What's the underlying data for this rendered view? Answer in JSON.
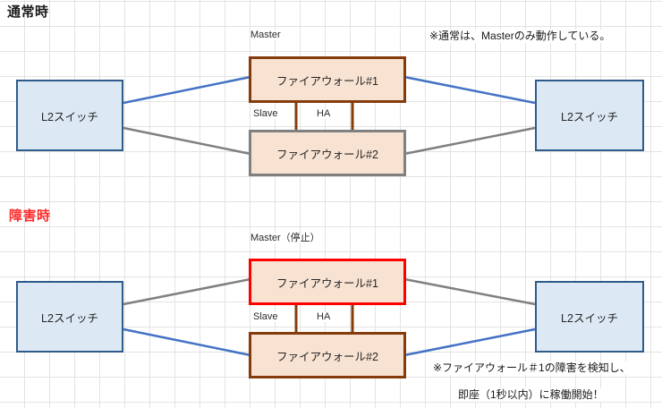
{
  "diagram": {
    "background": "grid",
    "colors": {
      "switch_fill": "#dce9f5",
      "switch_border": "#2e5b8a",
      "firewall_fill": "#f8e2d2",
      "master_border": "#843c0c",
      "slave_border": "#808080",
      "failed_border": "#ff0000",
      "active_link": "#4472c4",
      "standby_link": "#808080",
      "ha_link": "#843c0c",
      "failure_title": "#ff2a2a",
      "normal_title": "#1a1a1a",
      "grid_line": "#e3e3e3"
    },
    "sections": [
      {
        "id": "normal",
        "title": "通常時",
        "title_color": "#1a1a1a",
        "role_label": "Master",
        "slave_label": "Slave",
        "ha_label": "HA",
        "note": "※通常は、Masterのみ動作している。",
        "nodes": {
          "switch_left": "L2スイッチ",
          "switch_right": "L2スイッチ",
          "firewall_top": "ファイアウォール#1",
          "firewall_bottom": "ファイアウォール#2"
        },
        "links": [
          {
            "from": "switch_left",
            "to": "firewall_top",
            "state": "active",
            "color": "#4472c4"
          },
          {
            "from": "switch_left",
            "to": "firewall_bottom",
            "state": "standby",
            "color": "#808080"
          },
          {
            "from": "firewall_top",
            "to": "switch_right",
            "state": "active",
            "color": "#4472c4"
          },
          {
            "from": "firewall_bottom",
            "to": "switch_right",
            "state": "standby",
            "color": "#808080"
          },
          {
            "from": "firewall_top",
            "to": "firewall_bottom",
            "state": "ha",
            "color": "#843c0c"
          }
        ]
      },
      {
        "id": "failure",
        "title": "障害時",
        "title_color": "#ff2a2a",
        "role_label": "Master（停止）",
        "slave_label": "Slave",
        "ha_label": "HA",
        "note_line1": "※ファイアウォール＃1の障害を検知し、",
        "note_line2": "即座（1秒以内）に稼働開始！",
        "nodes": {
          "switch_left": "L2スイッチ",
          "switch_right": "L2スイッチ",
          "firewall_top": "ファイアウォール#1",
          "firewall_bottom": "ファイアウォール#2"
        },
        "links": [
          {
            "from": "switch_left",
            "to": "firewall_top",
            "state": "down",
            "color": "#808080"
          },
          {
            "from": "switch_left",
            "to": "firewall_bottom",
            "state": "active",
            "color": "#4472c4"
          },
          {
            "from": "firewall_top",
            "to": "switch_right",
            "state": "down",
            "color": "#808080"
          },
          {
            "from": "firewall_bottom",
            "to": "switch_right",
            "state": "active",
            "color": "#4472c4"
          },
          {
            "from": "firewall_top",
            "to": "firewall_bottom",
            "state": "ha",
            "color": "#843c0c"
          }
        ]
      }
    ]
  }
}
